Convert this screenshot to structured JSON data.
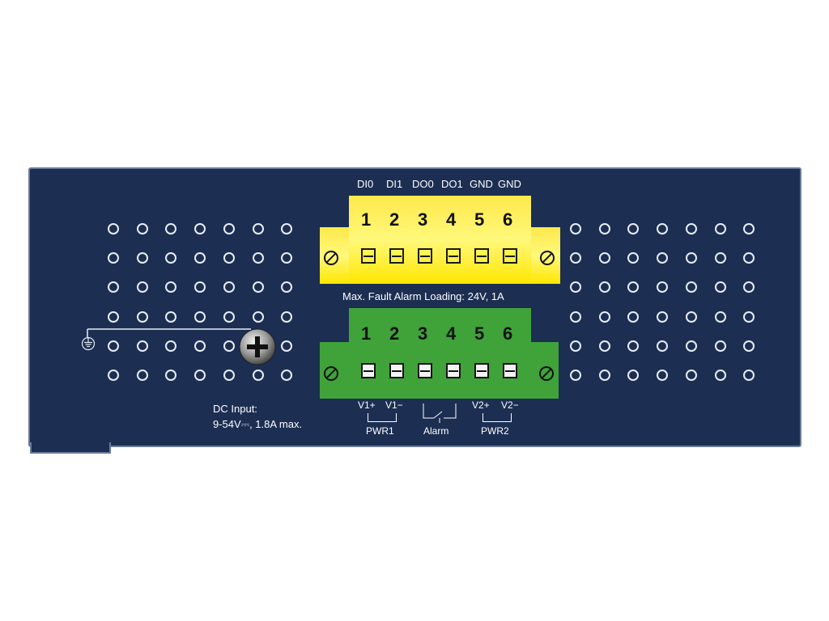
{
  "top_labels": [
    "DI0",
    "DI1",
    "DO0",
    "DO1",
    "GND",
    "GND"
  ],
  "pin_numbers": [
    "1",
    "2",
    "3",
    "4",
    "5",
    "6"
  ],
  "alarm_loading": "Max. Fault Alarm Loading: 24V, 1A",
  "dc_input": {
    "line1": "DC Input:",
    "line2": "9-54V⎓, 1.8A max."
  },
  "power_labels": {
    "v1_plus": "V1+",
    "v1_minus": "V1−",
    "pwr1": "PWR1",
    "alarm": "Alarm",
    "v2_plus": "V2+",
    "v2_minus": "V2−",
    "pwr2": "PWR2"
  },
  "colors": {
    "panel": "#1c2e52",
    "yellow_block": "#fff200",
    "green_block": "#3fa33a"
  },
  "icons": [
    "ground-icon",
    "ground-screw-icon",
    "terminal-screw-icon",
    "relay-switch-icon"
  ]
}
